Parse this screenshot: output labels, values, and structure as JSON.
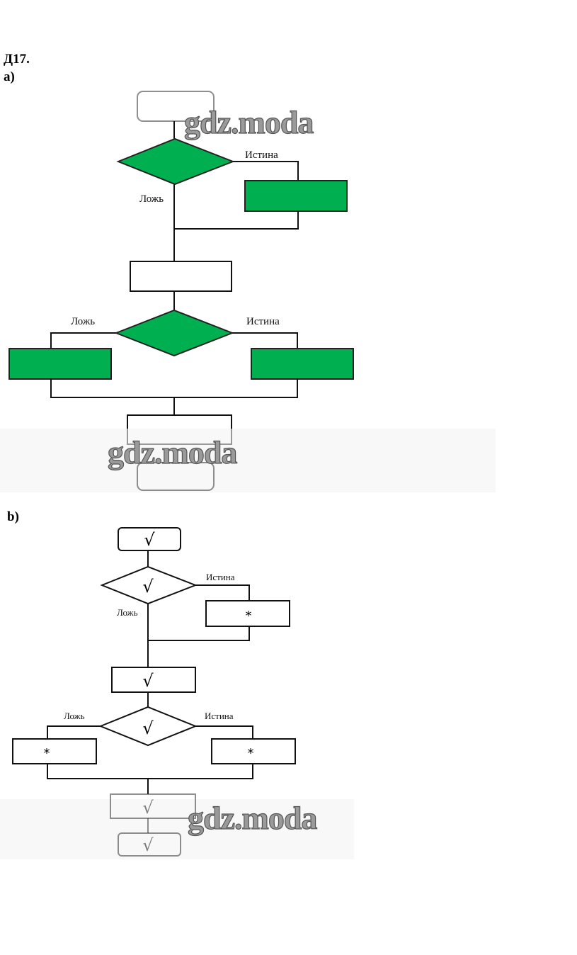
{
  "title": "Д17.",
  "part_a": {
    "label": "а)",
    "branch1": {
      "true_label": "Истина",
      "false_label": "Ложь"
    },
    "branch2": {
      "true_label": "Истина",
      "false_label": "Ложь"
    },
    "fill_color": "#00b050"
  },
  "part_b": {
    "label": "b)",
    "start_mark": "√",
    "decision1_mark": "√",
    "branch1": {
      "true_label": "Истина",
      "false_label": "Ложь",
      "true_box_mark": "*"
    },
    "process_mark": "√",
    "decision2_mark": "√",
    "branch2": {
      "true_label": "Истина",
      "false_label": "Ложь",
      "true_box_mark": "*",
      "false_box_mark": "*"
    },
    "process2_mark": "√",
    "end_mark": "√"
  },
  "watermarks": [
    "gdz.moda",
    "gdz.moda",
    "gdz.moda"
  ]
}
